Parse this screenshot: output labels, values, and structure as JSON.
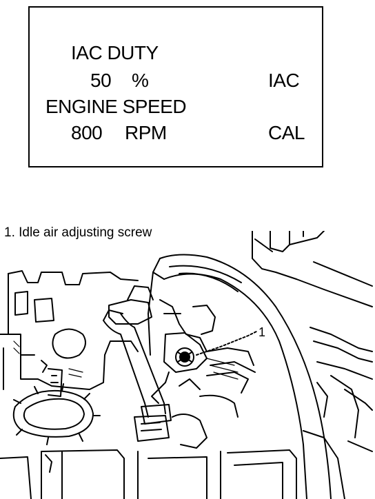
{
  "display": {
    "line1_label": "IAC DUTY",
    "line2_value": "50",
    "line2_unit": "%",
    "line2_mode": "IAC",
    "line3_label": "ENGINE SPEED",
    "line4_value": "800",
    "line4_unit": "RPM",
    "line4_mode": "CAL"
  },
  "figure": {
    "caption": "1. Idle air adjusting screw",
    "callout": "1"
  }
}
